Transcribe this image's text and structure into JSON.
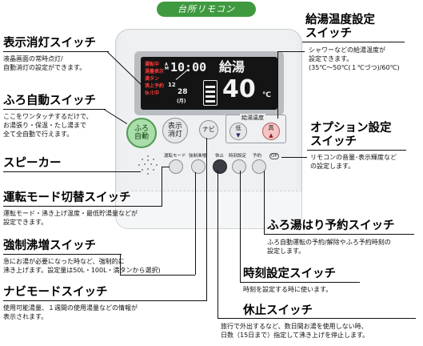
{
  "banner": "台所リモコン",
  "callouts": {
    "display_switch": {
      "title": "表示消灯スイッチ",
      "desc": [
        "液晶画面の常時点灯/",
        "自動消灯の設定ができます。"
      ]
    },
    "bath_auto": {
      "title": "ふろ自動スイッチ",
      "desc": [
        "ここをワンタッチするだけで、",
        "お湯張り・保温・たし湯まで",
        "全て全自動で行えます。"
      ]
    },
    "speaker": {
      "title": "スピーカー"
    },
    "mode_switch": {
      "title": "運転モード切替スイッチ",
      "desc": [
        "運転モード・沸き上げ温度・最低貯湯量などが",
        "設定できます。"
      ]
    },
    "forced_boost": {
      "title": "強制沸増スイッチ",
      "desc": [
        "急にお湯が必要になった時など、強制的に",
        "沸き上げます。設定量は50L・100L・満タンから選択)"
      ]
    },
    "navi_mode": {
      "title": "ナビモードスイッチ",
      "desc": [
        "使用可能湯量、１週間の使用湯量などの情報が",
        "表示されます。"
      ]
    },
    "temp_setting": {
      "title": "給湯温度設定",
      "title2": "スイッチ",
      "desc": [
        "シャワーなどの給湯温度が",
        "設定できます。",
        "(35℃〜50℃(１℃づつ)/60℃)"
      ]
    },
    "option_setting": {
      "title": "オプション設定",
      "title2": "スイッチ",
      "desc": [
        "リモコンの音量･表示輝度など",
        "の設定します。"
      ]
    },
    "bath_reserve": {
      "title": "ふろ湯はり予約スイッチ",
      "desc": [
        "ふろ自動運転の予約/解除やふろ予約時刻の",
        "設定します。"
      ]
    },
    "clock_setting": {
      "title": "時刻設定スイッチ",
      "desc": [
        "時刻を設定する時に使います。"
      ]
    },
    "pause": {
      "title": "休止スイッチ",
      "desc": [
        "旅行で外出するなど、数日間お湯を使用しない時、",
        "日数（15日まで）指定して沸き上げを停止します。"
      ]
    }
  },
  "remote": {
    "lcd": {
      "left_red_lines": [
        "運転中",
        "湯量表示",
        "満タン",
        "沸上予約",
        "休止中"
      ],
      "am": "A M",
      "time": "10:00",
      "mode": "給湯",
      "date_month": "12",
      "date_day": "28",
      "day_of_week": "(月)",
      "temp": "40",
      "temp_unit": "℃"
    },
    "buttons": {
      "bath_auto": [
        "ふろ",
        "自動"
      ],
      "display": [
        "表示",
        "消灯"
      ],
      "navi": "ナビ",
      "temp_label": "給湯温度",
      "low": "低",
      "high": "高",
      "mode": "運転モード",
      "forced": "強制沸増",
      "pause": "休止",
      "clock": "時刻設定",
      "reserve": "予約",
      "option": "OP"
    }
  }
}
